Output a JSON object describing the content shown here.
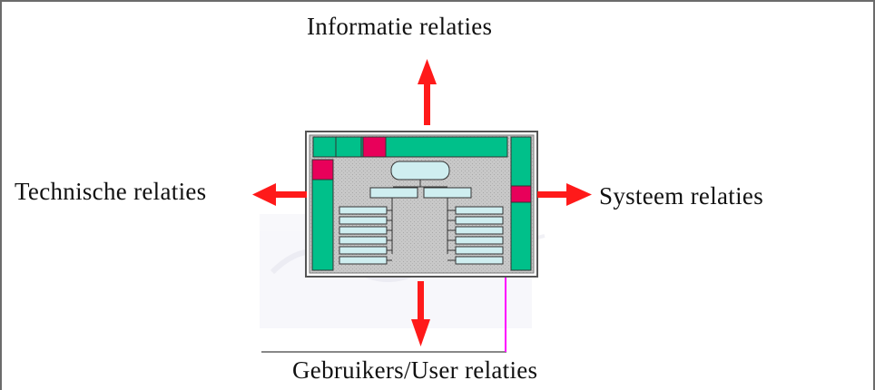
{
  "labels": {
    "top": "Informatie relaties",
    "left": "Technische relaties",
    "right": "Systeem relaties",
    "bottom": "Gebruikers/User relaties"
  },
  "colors": {
    "arrow": "#ff1a1a",
    "frame_border": "#6b6b6b",
    "panel_bg": "#c8c8c8",
    "bar_green": "#00c08a",
    "bar_magenta": "#e8005a",
    "node_fill": "#cfeef0",
    "side_line": "#ff00ff"
  },
  "icons": [
    "system-panel-icon"
  ]
}
